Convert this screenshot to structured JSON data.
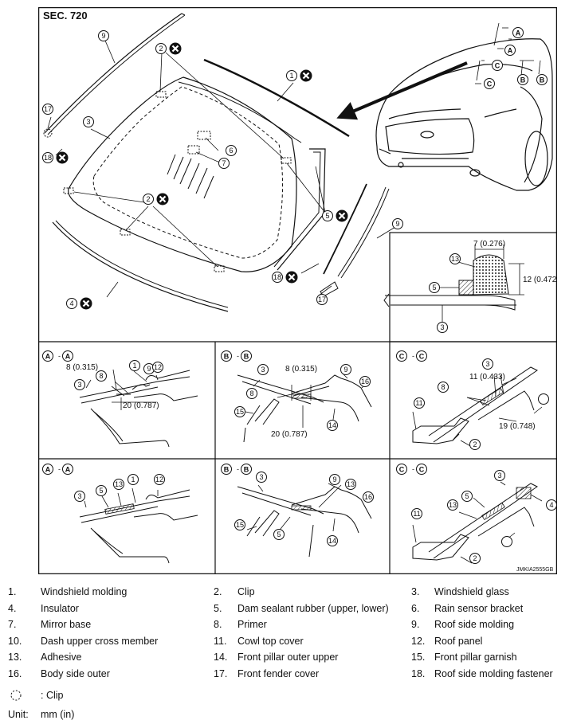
{
  "diagram": {
    "section": "SEC. 720",
    "figure_code": "JMKIA2555GB",
    "callouts": [
      "1",
      "2",
      "3",
      "4",
      "5",
      "6",
      "7",
      "8",
      "9",
      "11",
      "12",
      "13",
      "14",
      "15",
      "16",
      "17",
      "18"
    ],
    "view_labels": {
      "a": "A",
      "b": "B",
      "c": "C"
    },
    "dimensions": {
      "d7": "7 (0.276)",
      "d12": "12 (0.472)",
      "d8a": "8 (0.315)",
      "d20a": "20 (0.787)",
      "d8b": "8 (0.315)",
      "d20b": "20 (0.787)",
      "d11": "11 (0.433)",
      "d19": "19 (0.748)"
    }
  },
  "legend": {
    "items": [
      {
        "num": "1.",
        "text": "Windshield molding"
      },
      {
        "num": "2.",
        "text": "Clip"
      },
      {
        "num": "3.",
        "text": "Windshield glass"
      },
      {
        "num": "4.",
        "text": "Insulator"
      },
      {
        "num": "5.",
        "text": "Dam sealant rubber (upper, lower)"
      },
      {
        "num": "6.",
        "text": "Rain sensor bracket"
      },
      {
        "num": "7.",
        "text": "Mirror base"
      },
      {
        "num": "8.",
        "text": "Primer"
      },
      {
        "num": "9.",
        "text": "Roof side molding"
      },
      {
        "num": "10.",
        "text": "Dash upper cross member"
      },
      {
        "num": "11.",
        "text": "Cowl top cover"
      },
      {
        "num": "12.",
        "text": "Roof panel"
      },
      {
        "num": "13.",
        "text": "Adhesive"
      },
      {
        "num": "14.",
        "text": "Front pillar outer upper"
      },
      {
        "num": "15.",
        "text": "Front pillar garnish"
      },
      {
        "num": "16.",
        "text": "Body side outer"
      },
      {
        "num": "17.",
        "text": "Front fender cover"
      },
      {
        "num": "18.",
        "text": "Roof side molding fastener"
      }
    ],
    "clip_note": ": Clip",
    "unit_label": "Unit:",
    "unit_value": "mm (in)"
  }
}
